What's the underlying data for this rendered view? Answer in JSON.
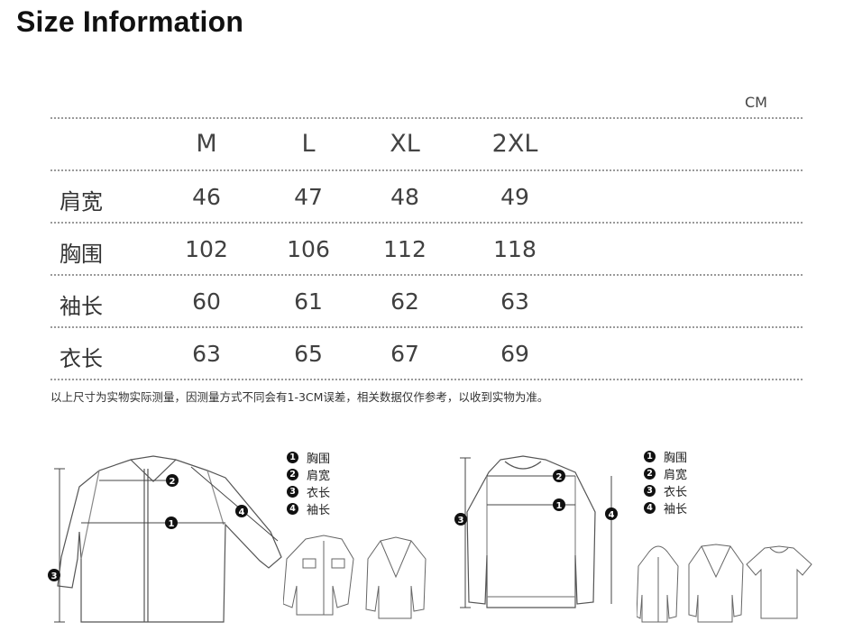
{
  "title": "Size Information",
  "unit": "CM",
  "table": {
    "headers": [
      "",
      "M",
      "L",
      "XL",
      "2XL"
    ],
    "rows": [
      {
        "label": "肩宽",
        "values": [
          "46",
          "47",
          "48",
          "49"
        ]
      },
      {
        "label": "胸围",
        "values": [
          "102",
          "106",
          "112",
          "118"
        ]
      },
      {
        "label": "袖长",
        "values": [
          "60",
          "61",
          "62",
          "63"
        ]
      },
      {
        "label": "衣长",
        "values": [
          "63",
          "65",
          "67",
          "69"
        ]
      }
    ]
  },
  "note": "以上尺寸为实物实际测量，因测量方式不同会有1-3CM误差，相关数据仅作参考，以收到实物为准。",
  "legend_left": [
    {
      "num": "1",
      "text": "胸围"
    },
    {
      "num": "2",
      "text": "肩宽"
    },
    {
      "num": "3",
      "text": "衣长"
    },
    {
      "num": "4",
      "text": "袖长"
    }
  ],
  "legend_right": [
    {
      "num": "1",
      "text": "胸围"
    },
    {
      "num": "2",
      "text": "肩宽"
    },
    {
      "num": "3",
      "text": "衣长"
    },
    {
      "num": "4",
      "text": "袖长"
    }
  ],
  "markers": {
    "m1": "1",
    "m2": "2",
    "m3": "3",
    "m4": "4"
  }
}
